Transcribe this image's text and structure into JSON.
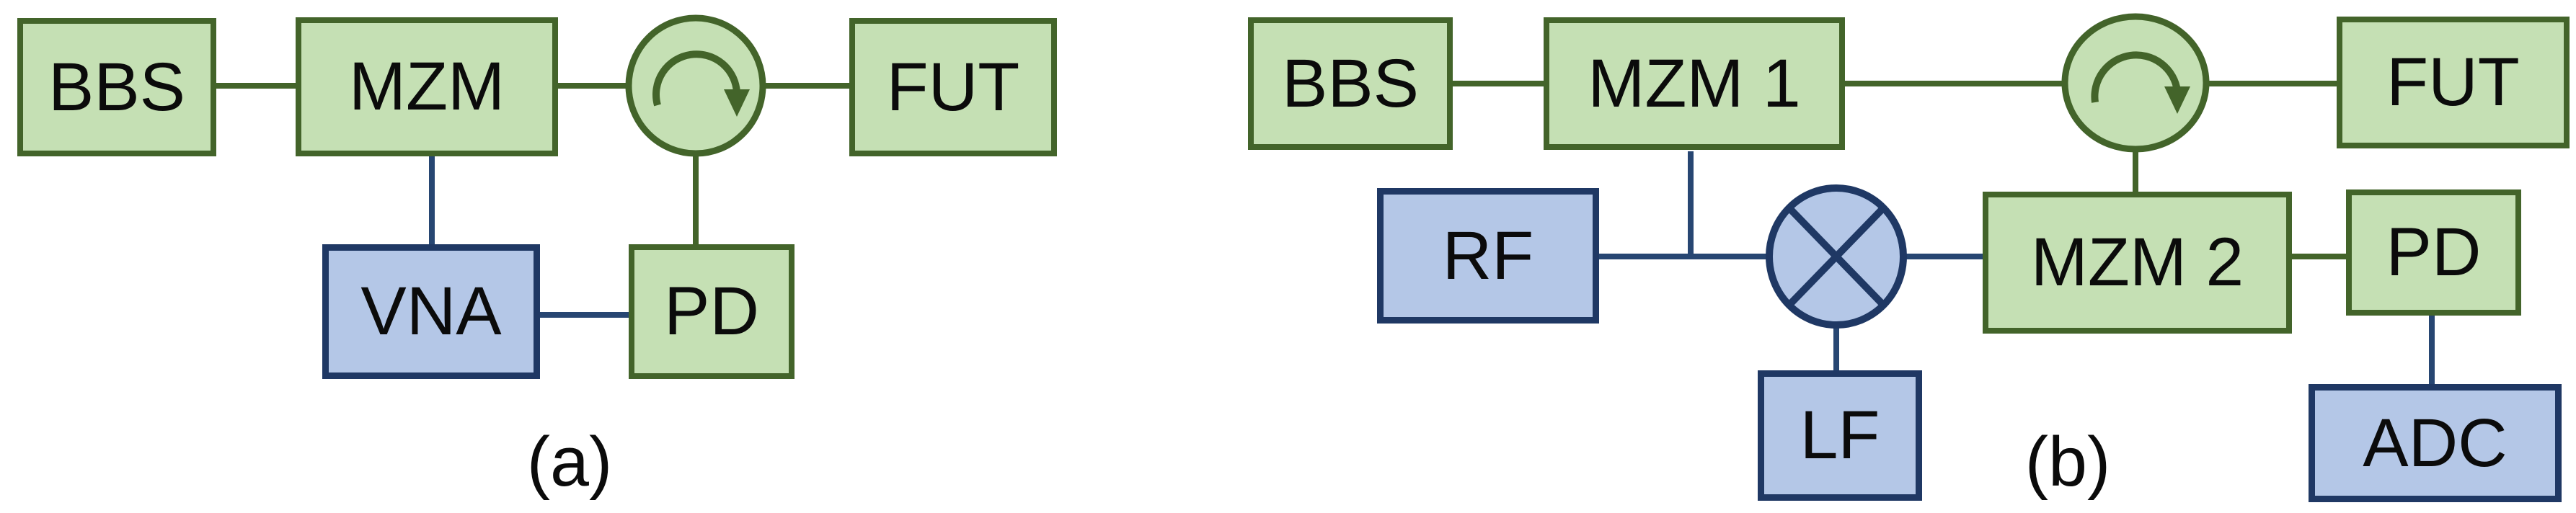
{
  "colors": {
    "green_fill": "#c5e0b4",
    "green_stroke": "#43642a",
    "blue_fill": "#b4c7e7",
    "blue_stroke": "#1f3864",
    "wire_blue": "#274672",
    "text": "#0b0b0b"
  },
  "a": {
    "caption": "(a)",
    "blocks": {
      "bbs": "BBS",
      "mzm": "MZM",
      "fut": "FUT",
      "vna": "VNA",
      "pd": "PD"
    }
  },
  "b": {
    "caption": "(b)",
    "blocks": {
      "bbs": "BBS",
      "mzm1": "MZM 1",
      "fut": "FUT",
      "rf": "RF",
      "mzm2": "MZM 2",
      "pd": "PD",
      "lf": "LF",
      "adc": "ADC"
    }
  }
}
